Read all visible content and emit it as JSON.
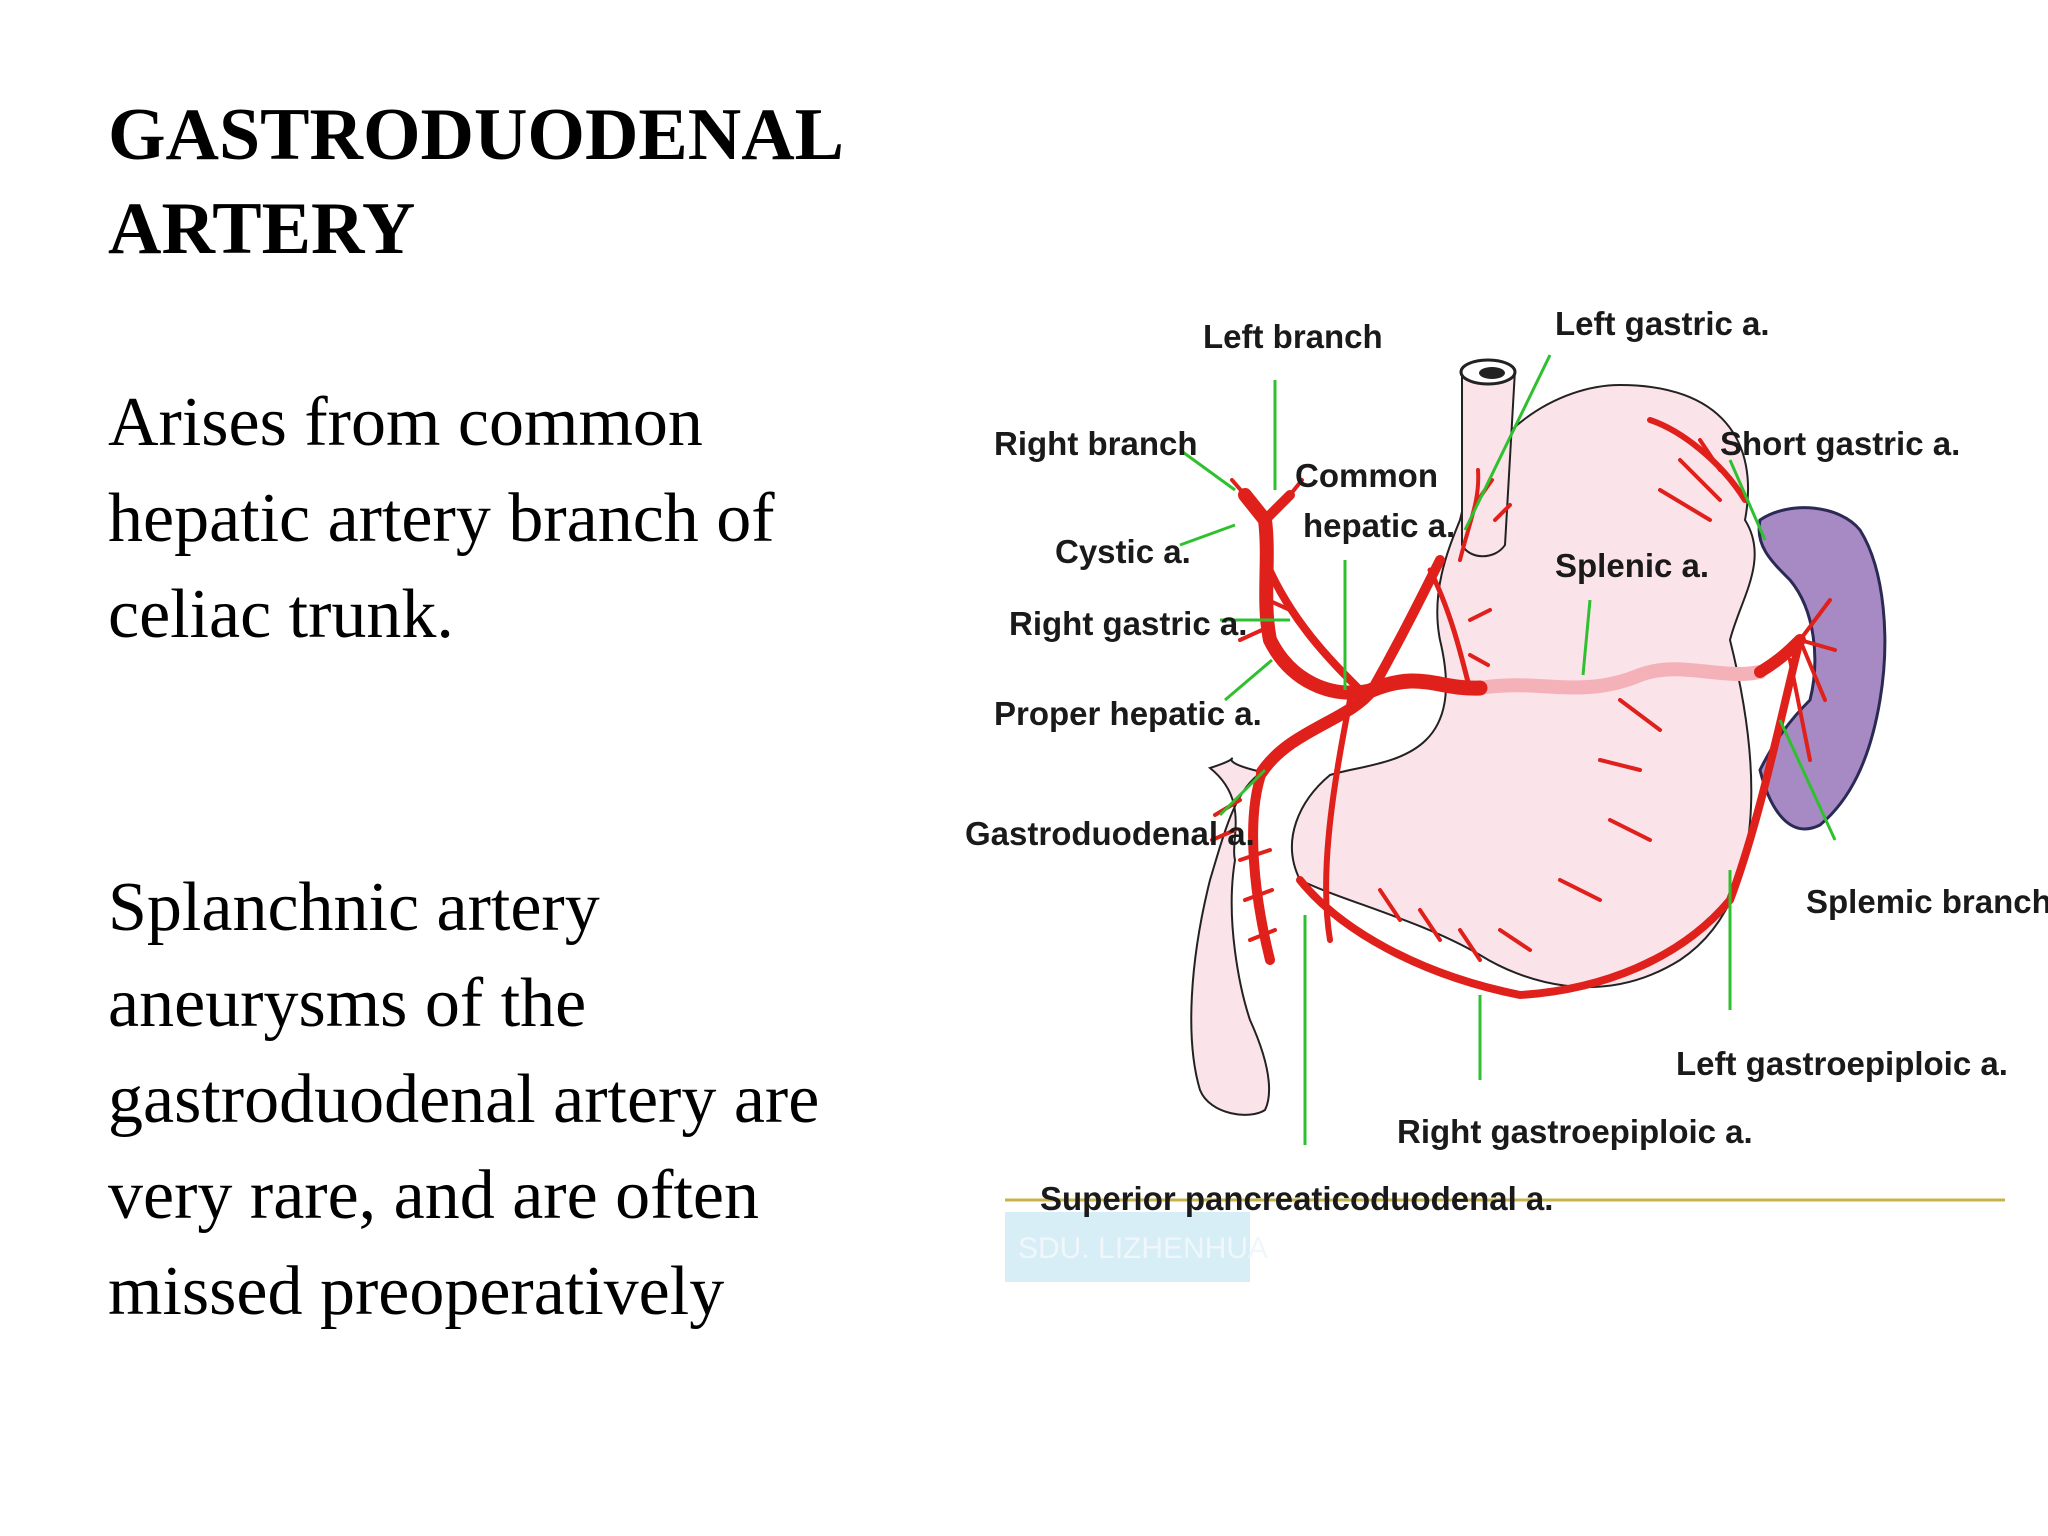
{
  "slide": {
    "title_line1": "GASTRODUODENAL",
    "title_line2": "ARTERY",
    "para1_line1": "Arises from common",
    "para1_line2": "hepatic artery branch of",
    "para1_line3": "celiac trunk.",
    "para2_line1": "Splanchnic artery",
    "para2_line2": "aneurysms of the",
    "para2_line3": "gastroduodenal artery are",
    "para2_line4": "very rare, and are often",
    "para2_line5": "missed preoperatively"
  },
  "diagram": {
    "labels": {
      "left_branch": "Left branch",
      "left_gastric": "Left gastric a.",
      "right_branch": "Right branch",
      "common_hepatic_1": "Common",
      "common_hepatic_2": "hepatic a.",
      "short_gastric": "Short gastric a.",
      "cystic": "Cystic a.",
      "splenic": "Splenic a.",
      "right_gastric": "Right gastric a.",
      "proper_hepatic": "Proper hepatic a.",
      "gastroduodenal": "Gastroduodenal a.",
      "splenic_branches": "Splemic branches",
      "left_gastroepiploic": "Left gastroepiploic a.",
      "right_gastroepiploic": "Right gastroepiploic a.",
      "superior_pancreaticoduodenal": "Superior pancreaticoduodenal a."
    },
    "watermark": "SDU. LIZHENHUA",
    "colors": {
      "artery": "#e0201a",
      "stomach": "#fbe3ea",
      "spleen": "#a78ac4",
      "leader": "#2fc02f",
      "baseline": "#c9b24a"
    }
  }
}
